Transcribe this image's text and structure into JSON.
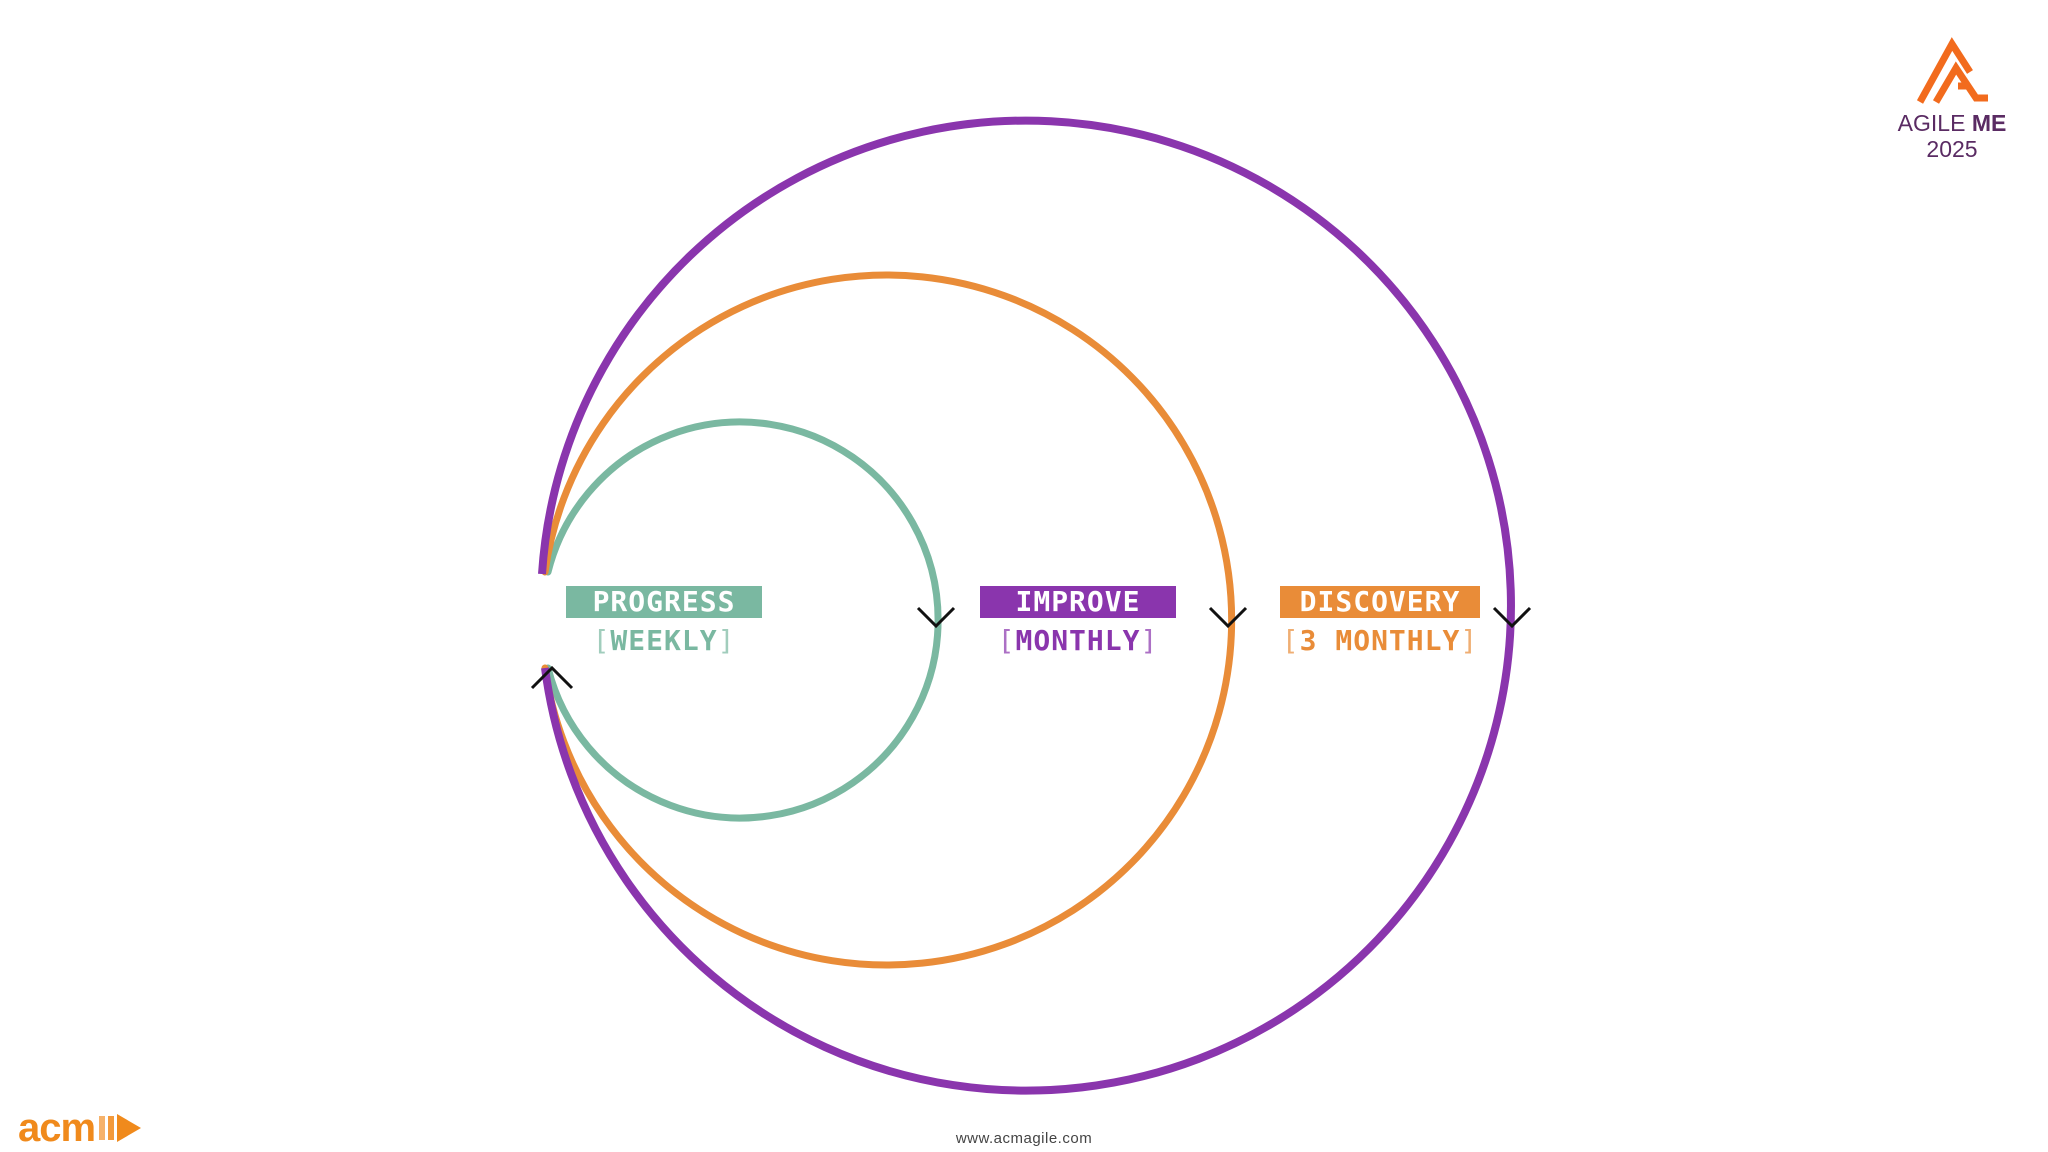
{
  "brand": {
    "agile": "AGILE",
    "me": "ME",
    "year": "2025",
    "logo_color": "#f26b1d"
  },
  "cycles": [
    {
      "key": "progress",
      "label": "PROGRESS",
      "frequency": "WEEKLY",
      "color": "#7ab8a1"
    },
    {
      "key": "improve",
      "label": "IMPROVE",
      "frequency": "MONTHLY",
      "color": "#8a35ad"
    },
    {
      "key": "discovery",
      "label": "DISCOVERY",
      "frequency": "3 MONTHLY",
      "color": "#e98c38"
    }
  ],
  "ring_colors": {
    "inner": "#7ab8a1",
    "middle": "#e98c38",
    "outer": "#8a35ad"
  },
  "footer": {
    "url": "www.acmagile.com",
    "acm": "acm"
  },
  "icons": {
    "arrow_down": "chevron-down-icon",
    "arrow_up": "chevron-up-icon"
  }
}
